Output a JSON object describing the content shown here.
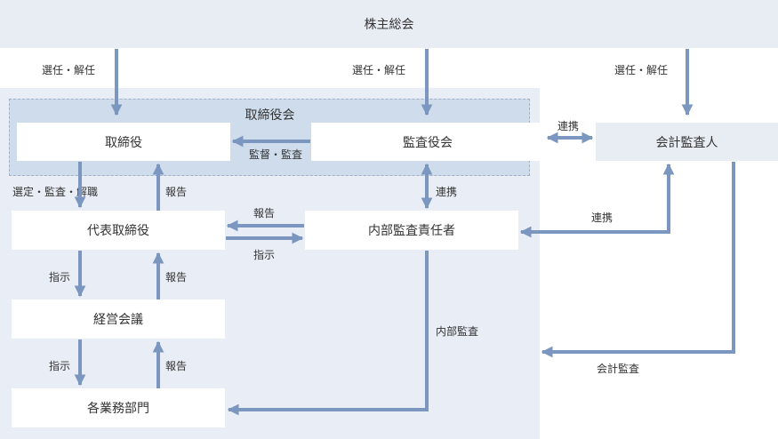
{
  "shareholders_meeting": "株主総会",
  "board_group_title": "取締役会",
  "nodes": {
    "directors": "取締役",
    "audit_board": "監査役会",
    "accounting_auditor": "会計監査人",
    "representative_director": "代表取締役",
    "internal_audit_manager": "内部監査責任者",
    "management_meeting": "経営会議",
    "business_departments": "各業務部門"
  },
  "labels": {
    "elect_dismiss_left": "選任・解任",
    "elect_dismiss_center": "選任・解任",
    "elect_dismiss_right": "選任・解任",
    "supervise_audit": "監督・監査",
    "cooperation_audit_accountant": "連携",
    "cooperation_audit_internal": "連携",
    "cooperation_internal_accountant": "連携",
    "select_audit_dismiss": "選定・監査・解職",
    "report_rep_to_board": "報告",
    "report_internal_to_rep": "報告",
    "instruct_rep_to_internal": "指示",
    "instruct_rep_to_mgmt": "指示",
    "report_mgmt_to_rep": "報告",
    "instruct_mgmt_to_dept": "指示",
    "report_dept_to_mgmt": "報告",
    "internal_audit": "内部監査",
    "accounting_audit": "会計監査"
  },
  "colors": {
    "arrow": "#7b97bf",
    "band": "#e8edf4",
    "region": "#e9eef6",
    "board_group": "#cedcec"
  }
}
